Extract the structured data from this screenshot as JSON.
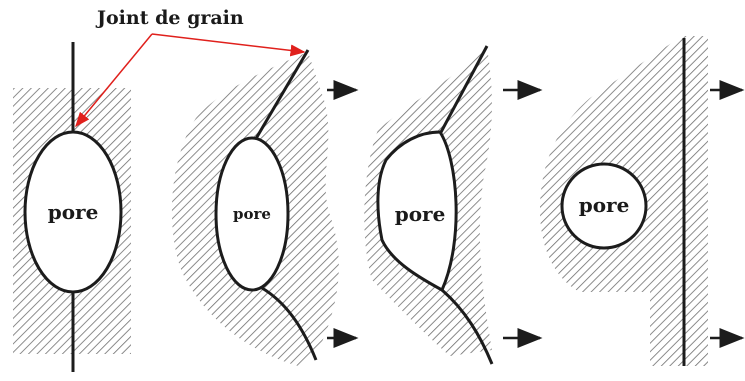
{
  "annotation": {
    "label": "Joint de grain",
    "color": "#e0201c"
  },
  "pores": [
    {
      "label": "pore"
    },
    {
      "label": "pore"
    },
    {
      "label": "pore"
    },
    {
      "label": "pore"
    }
  ],
  "colors": {
    "hatch": "#6e6e6e",
    "stroke": "#1c1c1c",
    "background": "#ffffff"
  },
  "arrows": {
    "count": 6,
    "direction": "right"
  }
}
